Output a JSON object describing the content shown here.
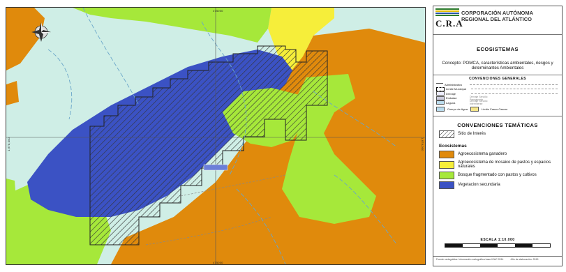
{
  "map": {
    "coord_top": "475000",
    "coord_bottom": "475000",
    "coord_left": "1,678,000",
    "coord_right": "1,678,000",
    "place_label": "",
    "colors": {
      "background": "#cfeee6",
      "agro": "#e08a0c",
      "mosaic": "#f6ee3a",
      "forest": "#a6e83a",
      "secondary": "#3b52c4"
    }
  },
  "legend": {
    "org_line1": "CORPORACIÓN AUTÓNOMA",
    "org_line2": "REGIONAL DEL ATLÁNTICO",
    "logo": "C.R.A",
    "title": "ECOSISTEMAS",
    "concept": "Concepto: POMCA, características ambientales, riesgos y determinantes Ambientales",
    "conv_generales": "CONVENCIONES GENERALES",
    "conv_rows": [
      {
        "label": "Administrativo"
      },
      {
        "label": "Límite Municipal"
      },
      {
        "label": "Drenaje"
      },
      {
        "label": "Embalse"
      },
      {
        "label": "Laguna"
      }
    ],
    "drain_perm": "Drenaje Sencillo Permanente",
    "drain_inter": "Drenaje Sencillo Intermitente",
    "water_body": "Cuerpo de Agua",
    "town": "Límite Casco Cascar",
    "conv_tematicas": "CONVENCIONES TEMÁTICAS",
    "site": "Sitio de Interés",
    "eco_head": "Ecosistemas",
    "items": [
      {
        "label": "Agroecosistema ganadero",
        "color": "#e08a0c"
      },
      {
        "label": "Agroecosistema de mosaico de pastos y espacios naturales",
        "color": "#f6ee3a"
      },
      {
        "label": "Bosque fragmentado con pastos y cultivos",
        "color": "#a6e83a"
      },
      {
        "label": "Vegetacion secundaria",
        "color": "#3b52c4"
      }
    ],
    "scale": "ESCALA 1:10.000",
    "footer_left": "Fuente cartográfica: Información cartográfica base IGAC 2014",
    "footer_right": "Año de elaboración: 2015"
  }
}
